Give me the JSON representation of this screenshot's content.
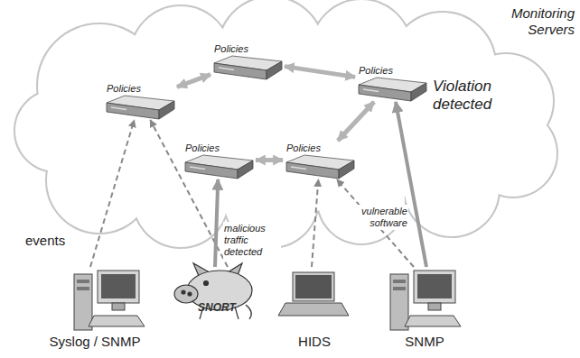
{
  "diagram": {
    "nodes": [
      {
        "text": [
          "Policies"
        ]
      },
      {
        "text": [
          "Policies"
        ]
      },
      {
        "text": [
          "Policies",
          "Violation detected"
        ]
      },
      {
        "text": [
          "Policies"
        ]
      },
      {
        "text": [
          "Policies"
        ]
      },
      {
        "text": [
          "Syslog / SNMP"
        ]
      },
      {
        "text": [
          "SNORT"
        ]
      },
      {
        "text": [
          "HIDS"
        ]
      },
      {
        "text": [
          "SNMP"
        ]
      }
    ],
    "edges": [
      {
        "from": 0,
        "to": 1,
        "arrow": "both"
      },
      {
        "from": 1,
        "to": 2,
        "arrow": "both"
      },
      {
        "from": 3,
        "to": 4,
        "arrow": "both"
      },
      {
        "from": 4,
        "to": 2,
        "arrow": "both"
      },
      {
        "from": 5,
        "to": 0,
        "arrow": "to"
      },
      {
        "from": 6,
        "to": 0,
        "arrow": "to"
      },
      {
        "from": 6,
        "to": 3,
        "label": "malicious traffic detected",
        "arrow": "to"
      },
      {
        "from": 7,
        "to": 4,
        "arrow": "to"
      },
      {
        "from": 8,
        "to": 4,
        "arrow": "to"
      },
      {
        "from": 8,
        "to": 2,
        "label": "vulnerable software",
        "arrow": "to"
      }
    ],
    "labels": [
      "Monitoring Servers",
      "events"
    ]
  }
}
